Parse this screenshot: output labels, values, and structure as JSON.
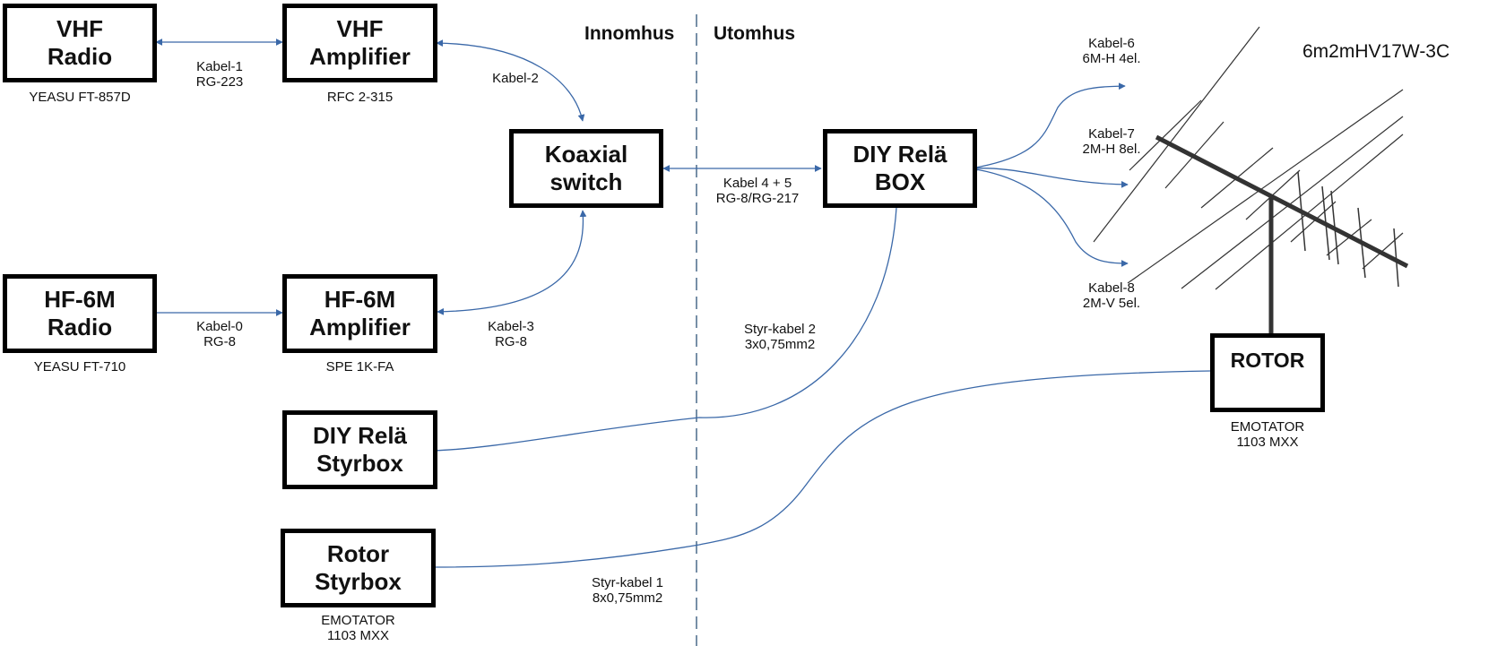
{
  "diagram": {
    "title": "6m2mHV17W-3C",
    "zones": {
      "indoor": "Innomhus",
      "outdoor": "Utomhus"
    },
    "colors": {
      "connector": "#3a68a8",
      "box_border": "#000000",
      "antenna": "#333333",
      "divider": "#4a6a8a"
    },
    "nodes": {
      "vhf_radio": {
        "line1": "VHF",
        "line2": "Radio",
        "model": "YEASU FT-857D"
      },
      "vhf_amp": {
        "line1": "VHF",
        "line2": "Amplifier",
        "model": "RFC 2-315"
      },
      "hf_radio": {
        "line1": "HF-6M",
        "line2": "Radio",
        "model": "YEASU FT-710"
      },
      "hf_amp": {
        "line1": "HF-6M",
        "line2": "Amplifier",
        "model": "SPE 1K-FA"
      },
      "coax_switch": {
        "line1": "Koaxial",
        "line2": "switch"
      },
      "relay_box": {
        "line1": "DIY Relä",
        "line2": "BOX"
      },
      "relay_ctrl": {
        "line1": "DIY Relä",
        "line2": "Styrbox"
      },
      "rotor_ctrl": {
        "line1": "Rotor",
        "line2": "Styrbox",
        "model_line1": "EMOTATOR",
        "model_line2": "1103 MXX"
      },
      "rotor": {
        "line1": "ROTOR",
        "model_line1": "EMOTATOR",
        "model_line2": "1103 MXX"
      }
    },
    "cables": {
      "kabel1": {
        "name": "Kabel-1",
        "type": "RG-223"
      },
      "kabel2": {
        "name": "Kabel-2"
      },
      "kabel0": {
        "name": "Kabel-0",
        "type": "RG-8"
      },
      "kabel3": {
        "name": "Kabel-3",
        "type": "RG-8"
      },
      "kabel45": {
        "name": "Kabel 4 + 5",
        "type": "RG-8/RG-217"
      },
      "kabel6": {
        "name": "Kabel-6",
        "type": "6M-H 4el."
      },
      "kabel7": {
        "name": "Kabel-7",
        "type": "2M-H 8el."
      },
      "kabel8": {
        "name": "Kabel-8",
        "type": "2M-V 5el."
      },
      "styr2": {
        "name": "Styr-kabel 2",
        "type": "3x0,75mm2"
      },
      "styr1": {
        "name": "Styr-kabel 1",
        "type": "8x0,75mm2"
      }
    }
  }
}
